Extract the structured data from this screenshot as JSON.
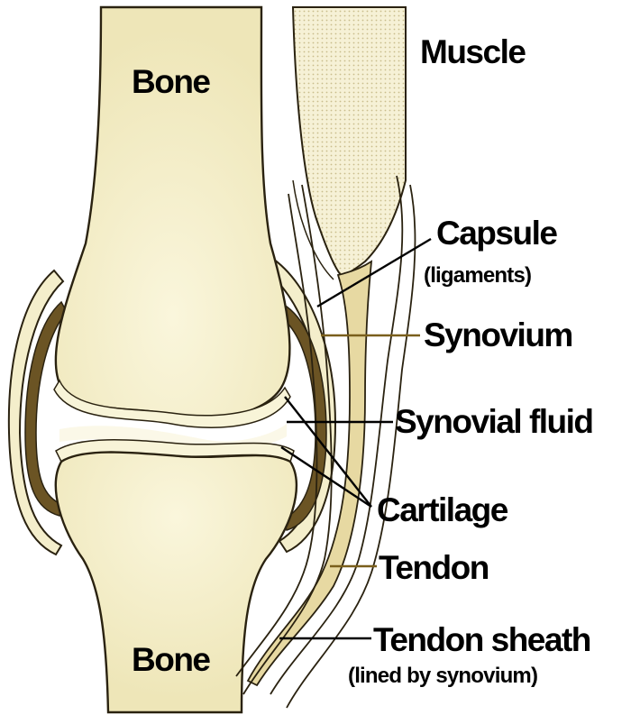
{
  "labels": {
    "bone_top": "Bone",
    "bone_bottom": "Bone",
    "muscle": "Muscle",
    "capsule": "Capsule",
    "capsule_sub": "(ligaments)",
    "synovium": "Synovium",
    "synovial_fluid": "Synovial fluid",
    "cartilage": "Cartilage",
    "tendon": "Tendon",
    "tendon_sheath": "Tendon sheath",
    "tendon_sheath_sub": "(lined by synovium)"
  },
  "colors": {
    "bone_fill": "#f2ecc2",
    "bone_light": "#f8f4d8",
    "outline": "#2a2210",
    "synovium_band": "#6b5424",
    "tendon_fill": "#e7d9a2",
    "muscle_dots": "#c9bd8c",
    "leader_dark": "#000000",
    "leader_gold": "#7a5f1c"
  }
}
